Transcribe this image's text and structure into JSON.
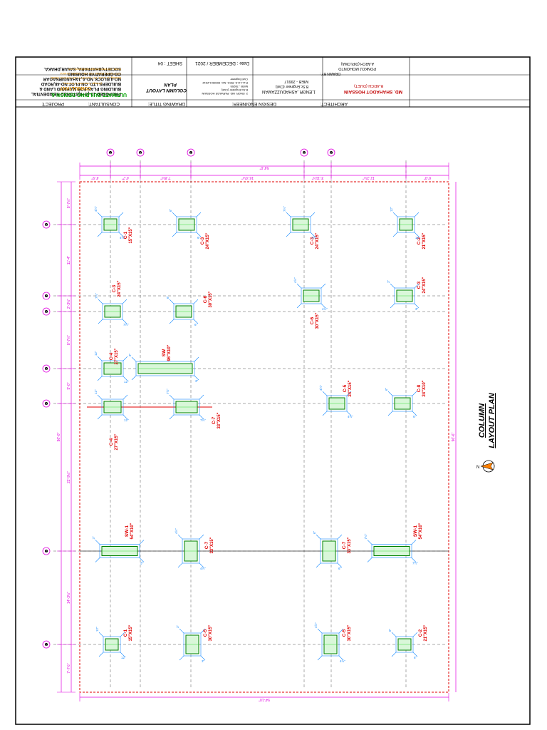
{
  "title_block": {
    "project_label": "PROJECT:",
    "project_text": [
      "PROPOSED 10-(G+9)STORED RESIDENTIAL",
      "BUILDING PLAN FOR MAHMUD LAND &",
      "BUILDERS LTD. ON PLOT NO-48,ROAD",
      "NO-4,BLOCK NO-A,JAHANGIRNAGAR",
      "CO-OPERATIVE HOUSING",
      "SOCIETY,BHATPARA, SAVAR,DHAKA."
    ],
    "architect_label": "ARCHITECT:",
    "architect_name": "MD. SHAHADOT HOSSAIN",
    "architect_degree": "B.ARCH (DUET)",
    "drawn_by_label": "DRAWN BY :",
    "drawn_by_name": "PONKOJ MOHONTO",
    "drawn_by_degree": "A.ARCH (DIPLOMA)",
    "design_engineer_label": "DESIGN ENGINEER:",
    "engineer_name": "1.ENGR. ASHADUZZAMAN",
    "engineer_degree": "B.Sc.Engineer (Civil)",
    "engineer_ieb": "MIEB - 29917",
    "engineer_note": [
      "2. ENGR. MD. PARVAGE HOSSAIN",
      "B.Sc.Engineer (Civil)",
      "MIEB - 39205",
      "R.A.J.U.K. REG. NO. 00000.5-2012",
      "Civil Engineer"
    ],
    "drawing_title_label": "DRAWING TITLE:",
    "drawing_title": [
      "COLUMN LAYOUT",
      "PLAN"
    ],
    "date_text": "Date : DECEMBER / 2021",
    "sheet_text": "SHEET : 04",
    "consultant_label": "CONSULTANT:",
    "consultant_firm": "ULTIMATE BUILDING DESIGN &",
    "consultant_sub": "CONSULTANT",
    "consultant_tag": "(Design Consultant & Builders)",
    "consultant_addr": [
      "Building no. A-1/8, 1ST SOCIETY LAB SCHOOL ROAD,",
      "1ST FLOOR, RADIO COLONY, SAVAR, DHAKA",
      "Email: ultimatebuildingdesign@gmail.com"
    ]
  },
  "plan": {
    "title_line1": "COLUMN",
    "title_line2": "LAYOUT PLAN",
    "north": "N",
    "top_overall_dim": "54'-0\"",
    "bottom_overall_dim": "54'-10\"",
    "left_overall_dim": "96'-0\"",
    "right_overall_dim": "96'-6\"",
    "top_dims": [
      "4'-9\"",
      "4'-7\"",
      "7'-8½\"",
      "16'-0½\"",
      "3'-11½\"",
      "11'-2½\"",
      "6'-0\""
    ],
    "left_dims": [
      "8'-7½\"",
      "11'-4\"",
      "2'-3½\"",
      "8'-7½\"",
      "5'-0\"",
      "22'-9½\"",
      "14'-3½\"",
      "7'-7½\""
    ],
    "grid_bubbles_top": [
      "A",
      "B",
      "C",
      "D",
      "E"
    ],
    "grid_bubbles_left": [
      "8",
      "7",
      "6",
      "5",
      "4",
      "2",
      "1"
    ],
    "column_labels": [
      {
        "name": "C-1",
        "size": "15\"X15\""
      },
      {
        "name": "C-3",
        "size": "24\"X15\""
      },
      {
        "name": "C-3",
        "size": "24\"X15\""
      },
      {
        "name": "C-2",
        "size": "21\"X15\""
      },
      {
        "name": "C-3",
        "size": "24\"X15\""
      },
      {
        "name": "C-6",
        "size": "30\"X15\""
      },
      {
        "name": "C-6",
        "size": "30\"X15\""
      },
      {
        "name": "C-3",
        "size": "24\"X15\""
      },
      {
        "name": "C-4",
        "size": "27\"X15\""
      },
      {
        "name": "SW",
        "size": "96\"X10\""
      },
      {
        "name": "C-5",
        "size": "24\"X15\""
      },
      {
        "name": "C-8",
        "size": "24\"X10\""
      },
      {
        "name": "C-7",
        "size": "33\"X15\""
      },
      {
        "name": "C-4",
        "size": "27\"X15\""
      },
      {
        "name": "SW-1",
        "size": "54\"X10\""
      },
      {
        "name": "C-7",
        "size": "33\"X15\""
      },
      {
        "name": "C-7",
        "size": "33\"X15\""
      },
      {
        "name": "SW-1",
        "size": "54\"X10\""
      },
      {
        "name": "C-1",
        "size": "15\"X15\""
      },
      {
        "name": "C-5",
        "size": "30\"X15\""
      },
      {
        "name": "C-5",
        "size": "30\"X15\""
      },
      {
        "name": "C-2",
        "size": "21\"X15\""
      }
    ],
    "small_dims": [
      "4½\"",
      "6\"",
      "7½\"",
      "12\"",
      "3\""
    ]
  },
  "colors": {
    "border": "#000000",
    "dimension": "#e000e0",
    "label": "#e00000",
    "column_outline": "#008000",
    "column_fill": "#40e040",
    "tick": "#1a8cff",
    "grid": "#555555",
    "consultant": "#00a000",
    "consultant_sub": "#e09000",
    "north_fill": "#ff8000"
  }
}
